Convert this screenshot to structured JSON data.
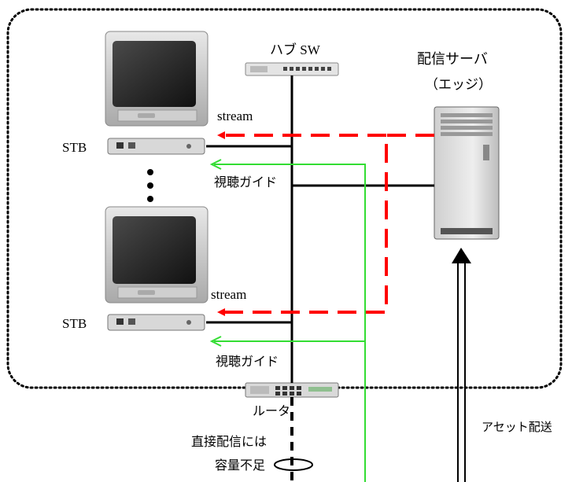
{
  "labels": {
    "hub": "ハブ SW",
    "server_title": "配信サーバ",
    "server_sub": "（エッジ）",
    "stream_top": "stream",
    "stream_bottom": "stream",
    "stb_top": "STB",
    "stb_bottom": "STB",
    "guide_top": "視聴ガイド",
    "guide_bottom": "視聴ガイド",
    "router": "ルータ",
    "asset": "アセット配送",
    "direct_line1": "直接配信には",
    "direct_line2": "容量不足"
  },
  "colors": {
    "stream": "#ff0000",
    "guide": "#33dd33",
    "line": "#000000",
    "boundary": "#000000"
  }
}
